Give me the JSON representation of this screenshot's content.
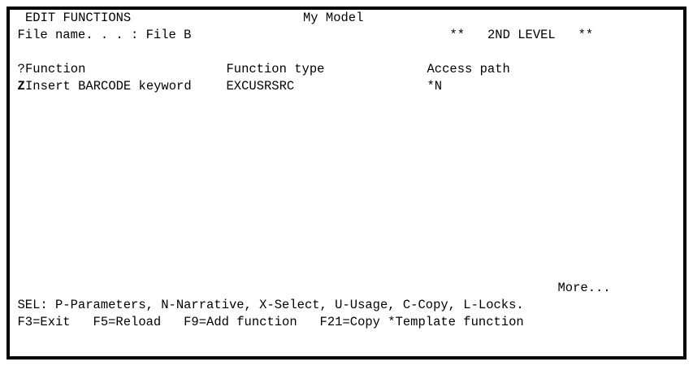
{
  "screen": {
    "title": "EDIT FUNCTIONS",
    "model_name": "My Model",
    "file_label": "File name. . . : File B",
    "level_indicator": "**   2ND LEVEL   **",
    "more_indicator": "More...",
    "colors": {
      "background": "#ffffff",
      "text": "#000000",
      "border": "#000000"
    }
  },
  "columns": {
    "select_header": "?",
    "function_header": "Function",
    "function_type_header": "Function type",
    "access_path_header": "Access path"
  },
  "rows": [
    {
      "select": "Z",
      "function": "Insert BARCODE keyword",
      "function_type": "EXCUSRSRC",
      "access_path": "*N"
    }
  ],
  "footer": {
    "sel_legend": "SEL: P-Parameters, N-Narrative, X-Select, U-Usage, C-Copy, L-Locks.",
    "function_keys": [
      {
        "key": "F3",
        "label": "F3=Exit"
      },
      {
        "key": "F5",
        "label": "F5=Reload"
      },
      {
        "key": "F9",
        "label": "F9=Add function"
      },
      {
        "key": "F21",
        "label": "F21=Copy *Template function"
      }
    ],
    "function_keys_line": "F3=Exit   F5=Reload   F9=Add function   F21=Copy *Template function"
  }
}
